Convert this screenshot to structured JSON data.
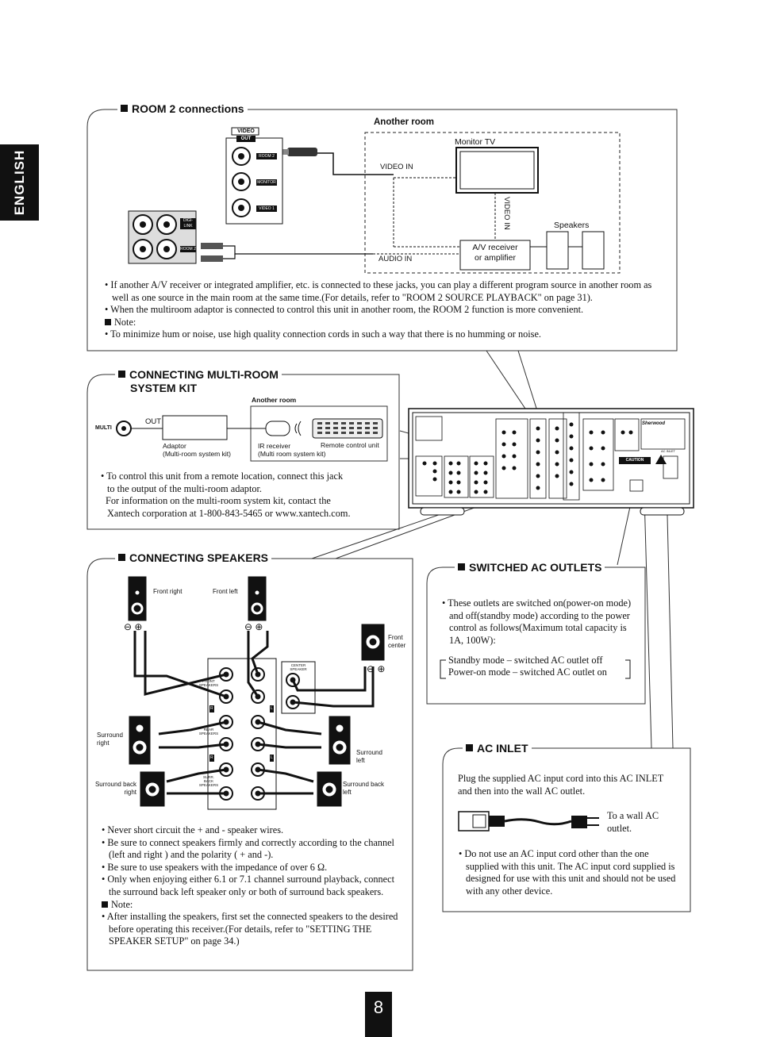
{
  "language_tab": "ENGLISH",
  "page_number": "8",
  "room2": {
    "heading": "ROOM 2 connections",
    "another_room": "Another room",
    "monitor_tv": "Monitor TV",
    "video_in_h": "VIDEO IN",
    "video_in_v": "VIDEO IN",
    "speakers": "Speakers",
    "av_receiver": "A/V receiver\nor amplifier",
    "audio_in": "AUDIO IN",
    "panel_video": "VIDEO",
    "panel_out": "OUT",
    "panel_room2": "ROOM 2",
    "panel_monitor": "MONITOR",
    "panel_video1": "VIDEO 1",
    "panel_digi_link": "DIGI-\nLINK",
    "panel_room2b": "ROOM 2",
    "bullets": [
      "• If another A/V receiver or integrated amplifier, etc. is connected to these jacks, you can play a different program source in another room as well as one source in the main room at the same time.(For details, refer to \"ROOM 2 SOURCE PLAYBACK\" on page 31).",
      "• When the multiroom adaptor is connected to control this unit in another room, the ROOM 2 function is more convenient."
    ],
    "note_label": "Note:",
    "note": "• To minimize hum or noise, use high quality connection cords in such a way that there is no humming or noise."
  },
  "multiroom": {
    "heading_line1": "CONNECTING MULTI-ROOM",
    "heading_line2": "SYSTEM KIT",
    "multi": "MULTI",
    "out": "OUT",
    "another_room": "Another room",
    "adaptor": "Adaptor\n(Multi-room system kit)",
    "ir_receiver": "IR receiver\n(Multi room system kit)",
    "remote": "Remote control unit",
    "bullet_lines": [
      "• To control this unit from a remote location, connect this jack",
      "to the output of the multi-room adaptor.",
      "For information on the multi-room system kit, contact the",
      "Xantech corporation at 1-800-843-5465 or www.xantech.com."
    ]
  },
  "rear_panel": {
    "brand": "Sherwood",
    "caution": "CAUTION",
    "ac_inlet": "AC INLET"
  },
  "speakers": {
    "heading": "CONNECTING SPEAKERS",
    "front_right": "Front right",
    "front_left": "Front left",
    "front_center": "Front\ncenter",
    "surround_right": "Surround\nright",
    "surround_left": "Surround\nleft",
    "surround_back_right": "Surround back\nright",
    "surround_back_left": "Surround back\nleft",
    "front_speakers": "FRONT\nSPEAKERS",
    "center_speaker": "CENTER\nSPEAKER",
    "rear_speakers": "REAR\nSPEAKERS",
    "surr_back_speakers": "SURR.\nBACK\nSPEAKERS",
    "r": "R",
    "l": "L",
    "bullets": [
      "• Never short circuit the + and - speaker wires.",
      "• Be sure to connect speakers firmly and correctly according to the channel (left and right ) and the polarity ( + and -).",
      "• Be sure to use speakers with the impedance of over 6 Ω.",
      "• Only when enjoying either 6.1 or 7.1  channel surround playback, connect the surround back left speaker only or both of surround back  speakers."
    ],
    "note_label": "Note:",
    "note": "• After installing the speakers, first set the connected speakers to the desired before operating this receiver.(For details, refer to \"SETTING THE SPEAKER SETUP\" on page 34.)"
  },
  "switched": {
    "heading": "SWITCHED AC OUTLETS",
    "bullet": "• These outlets are switched on(power-on mode) and  off(standby mode) according to the power control as follows(Maximum total capacity is 1A, 100W):",
    "standby": "Standby mode – switched AC outlet off",
    "poweron": "Power-on mode – switched AC outlet on"
  },
  "ac_inlet": {
    "heading": "AC INLET",
    "intro": "Plug the supplied AC input cord into this AC INLET and then into the wall AC outlet.",
    "to_wall": "To a wall AC\noutlet.",
    "warning": "• Do not use an AC input cord other than the one supplied with this unit. The AC input cord supplied is designed for use with this unit and should not be used with any other device."
  }
}
